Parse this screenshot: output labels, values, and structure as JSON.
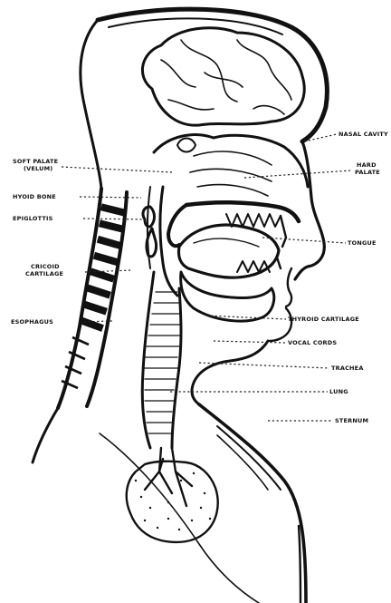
{
  "labels": {
    "nasal_cavity": "NASAL CAVITY",
    "hard_palate_1": "HARD",
    "hard_palate_2": "PALATE",
    "soft_palate_1": "SOFT PALATE",
    "soft_palate_2": "(VELUM)",
    "hyoid_bone": "HYOID BONE",
    "epiglottis": "EPIGLOTTIS",
    "tongue": "TONGUE",
    "cricoid_1": "CRICOID",
    "cricoid_2": "CARTILAGE",
    "esophagus": "ESOPHAGUS",
    "thyroid_cartilage": "THYROID CARTILAGE",
    "vocal_cords": "VOCAL CORDS",
    "trachea": "TRACHEA",
    "lung": "LUNG",
    "sternum": "STERNUM"
  },
  "colors": {
    "ink": "#111111",
    "paper": "#ffffff"
  }
}
